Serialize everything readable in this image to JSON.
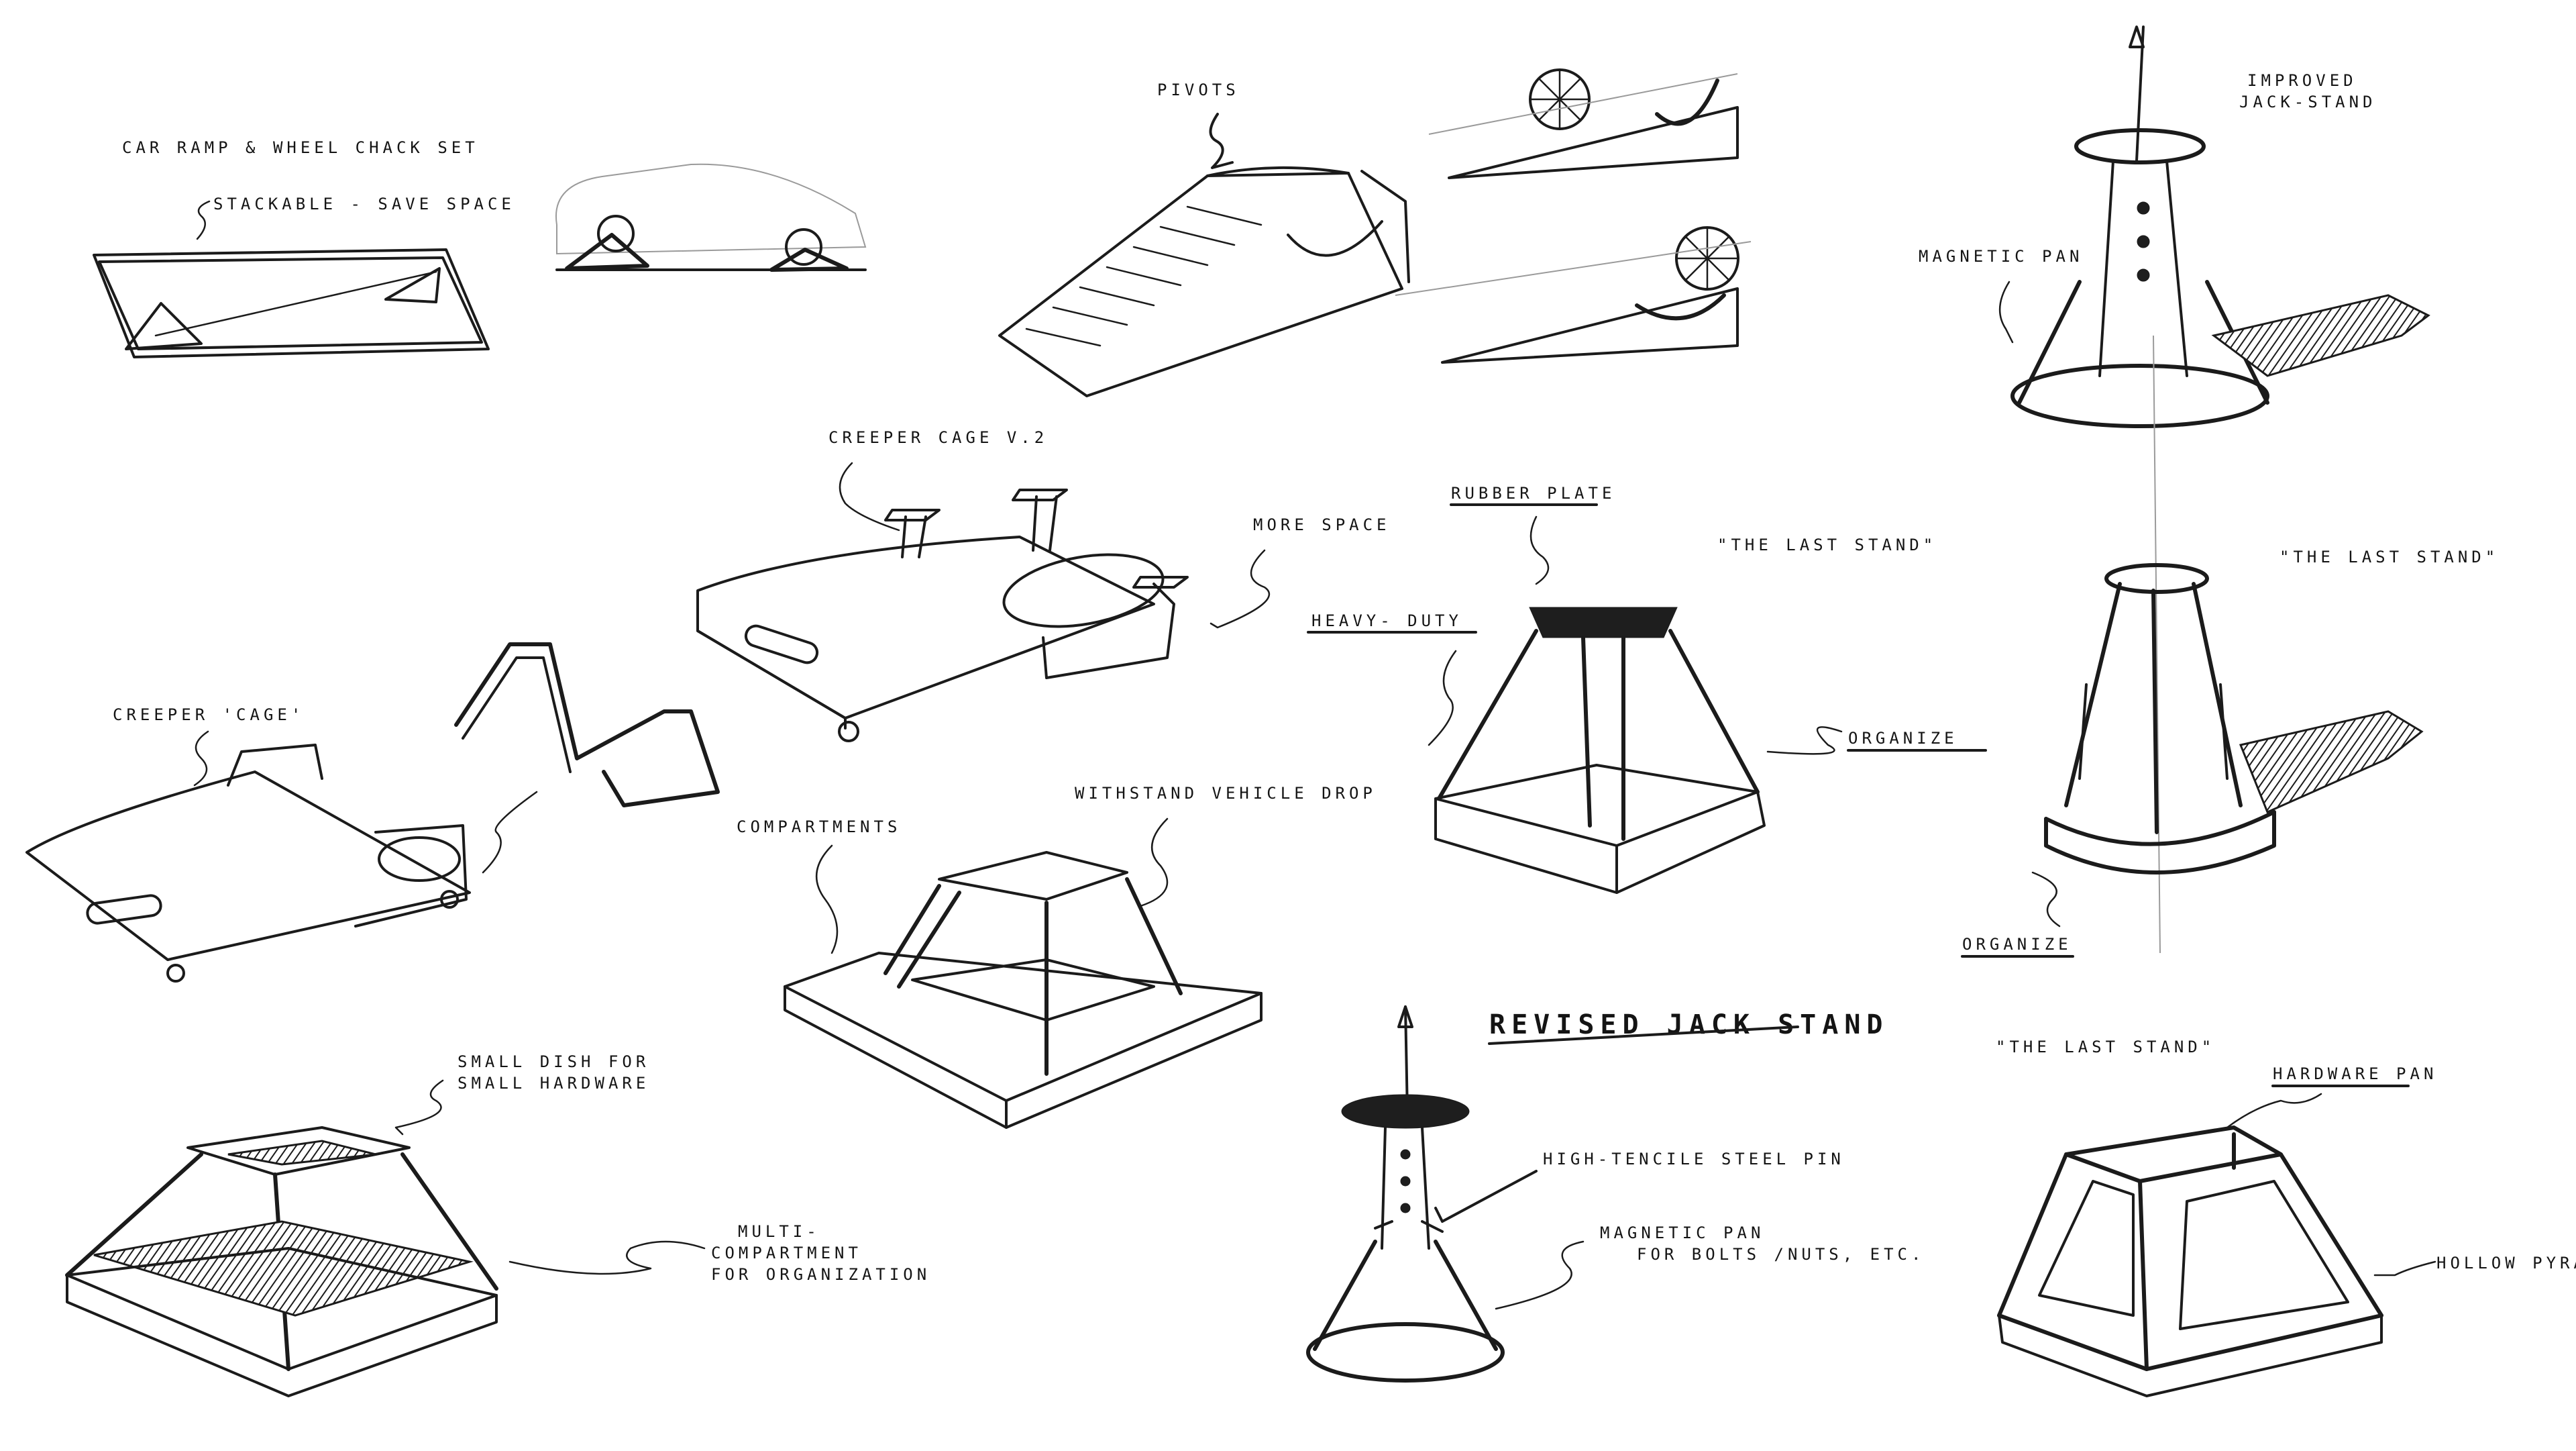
{
  "labels": {
    "ramp_title": "CAR RAMP & WHEEL CHACK SET",
    "stackable": "STACKABLE - SAVE SPACE",
    "pivots": "PIVOTS",
    "improved_jack_1": "IMPROVED",
    "improved_jack_2": "JACK-STAND",
    "magnetic_pan_top": "MAGNETIC PAN",
    "creeper_cage_v2": "CREEPER CAGE V.2",
    "more_space": "MORE SPACE",
    "creeper_cage": "CREEPER 'CAGE'",
    "rubber_plate": "RUBBER PLATE",
    "heavy_duty": "HEAVY- DUTY",
    "last_stand_1": "\"THE LAST STAND\"",
    "last_stand_2": "\"THE LAST STAND\"",
    "last_stand_3": "\"THE LAST STAND\"",
    "organize_1": "ORGANIZE",
    "organize_2": "ORGANIZE",
    "compartments": "COMPARTMENTS",
    "withstand": "WITHSTAND VEHICLE DROP",
    "revised_jack": "REVISED JACK STAND",
    "small_dish_1": "SMALL DISH FOR",
    "small_dish_2": "SMALL HARDWARE",
    "multi_1": "MULTI-",
    "multi_2": "COMPARTMENT",
    "multi_3": "FOR ORGANIZATION",
    "steel_pin": "HIGH-TENCILE STEEL PIN",
    "magnetic_pan_1": "MAGNETIC PAN",
    "magnetic_pan_2": "FOR BOLTS /NUTS, ETC.",
    "hardware_pan": "HARDWARE PAN",
    "hollow_pyramid": "HOLLOW PYRAMID"
  },
  "colors": {
    "ink": "#1b1b1b",
    "paper": "#ffffff"
  }
}
